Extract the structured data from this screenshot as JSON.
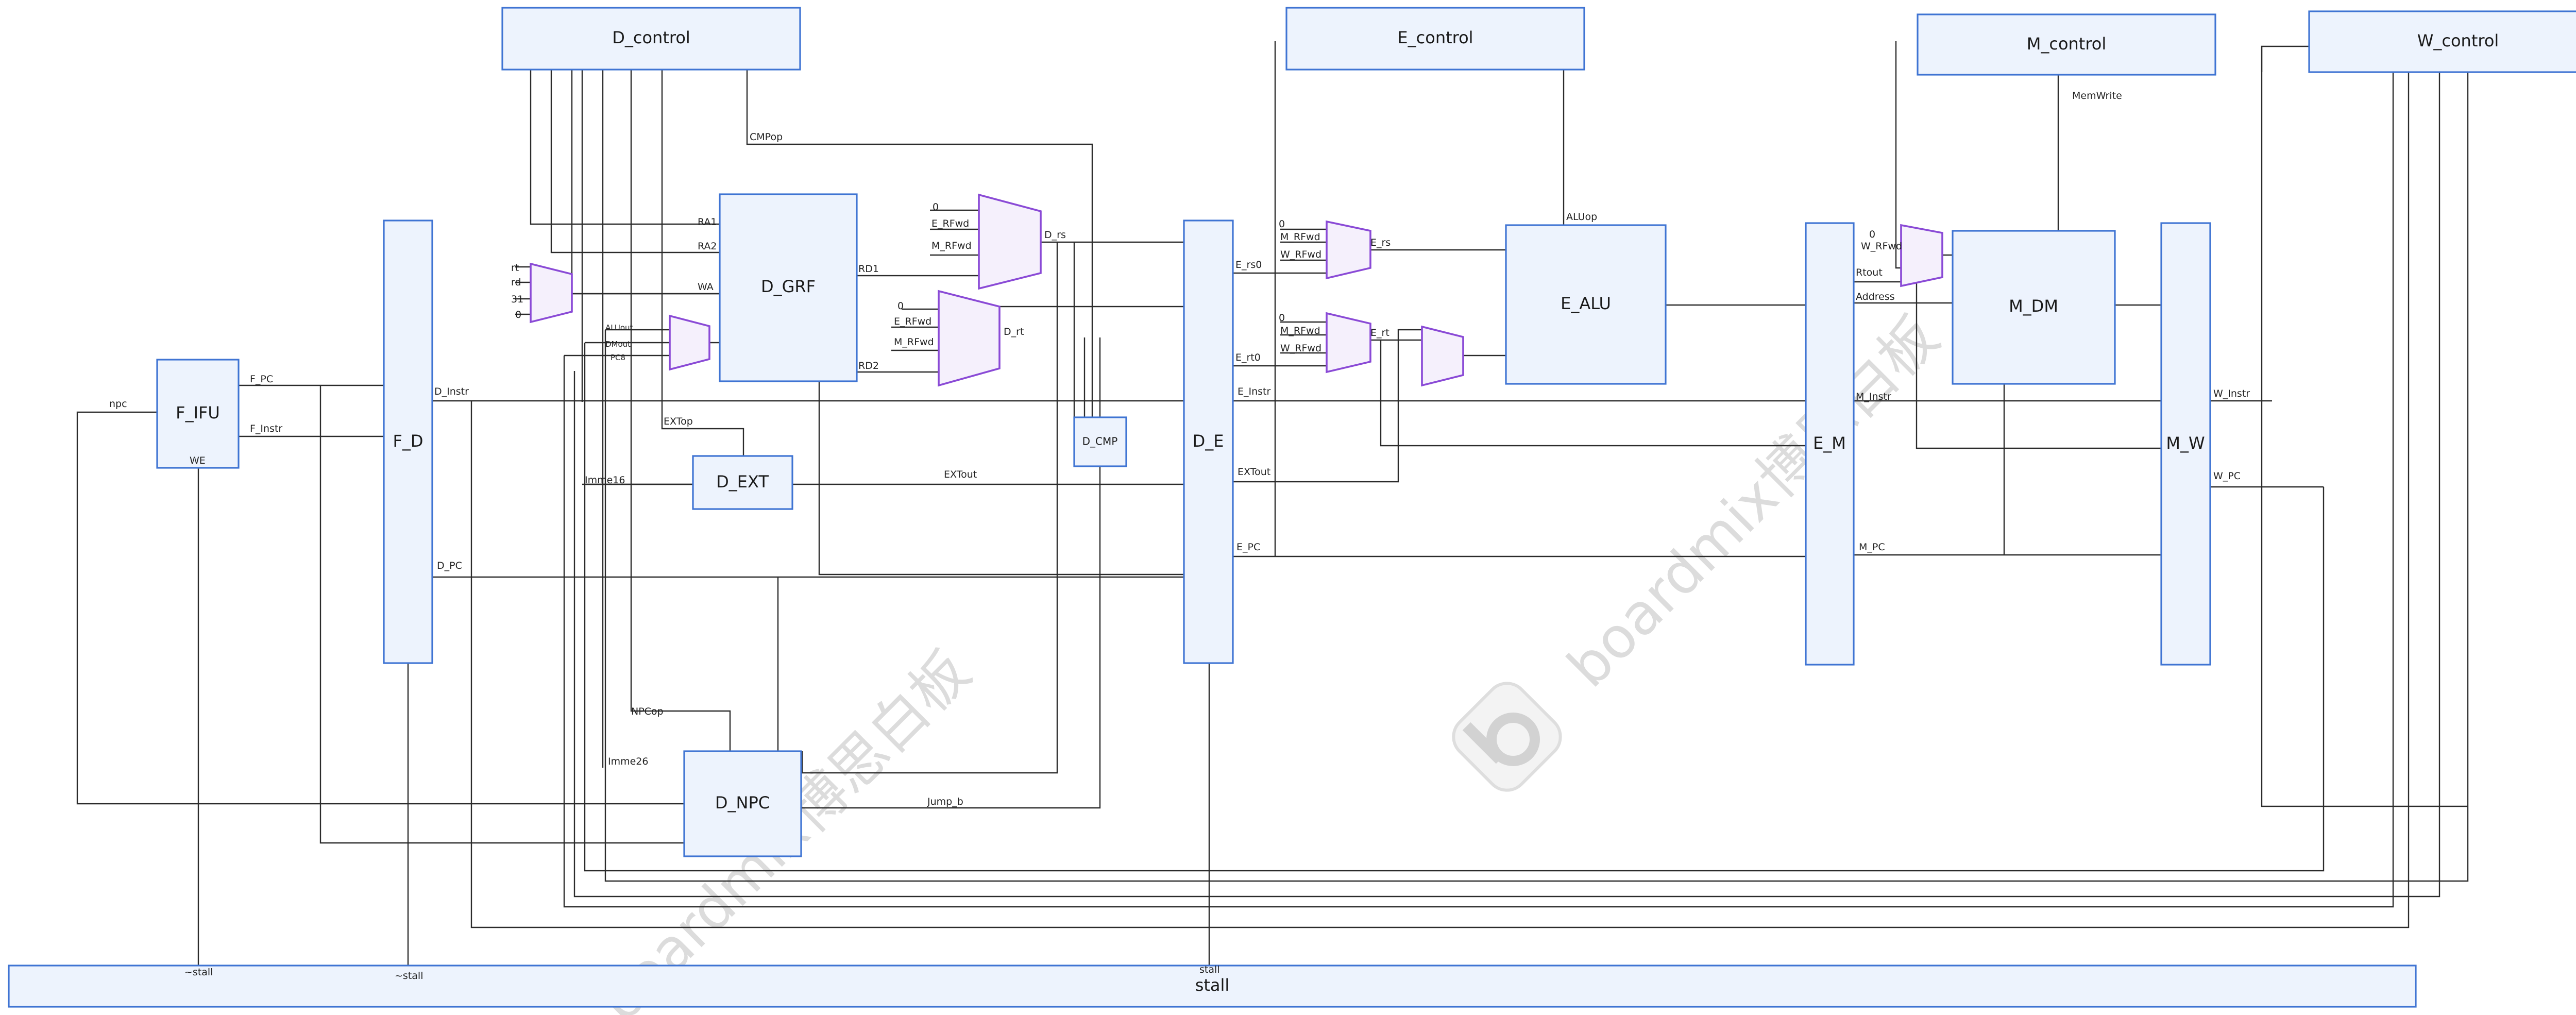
{
  "blocks": {
    "d_control": "D_control",
    "e_control": "E_control",
    "m_control": "M_control",
    "w_control": "W_control",
    "f_ifu": "F_IFU",
    "f_d": "F_D",
    "d_grf": "D_GRF",
    "d_ext": "D_EXT",
    "d_cmp": "D_CMP",
    "d_npc": "D_NPC",
    "d_e": "D_E",
    "e_alu": "E_ALU",
    "e_m": "E_M",
    "m_dm": "M_DM",
    "m_w": "M_W",
    "stall": "stall"
  },
  "signals": {
    "npc": "npc",
    "f_pc": "F_PC",
    "f_instr": "F_Instr",
    "we": "WE",
    "not_stall_1": "~stall",
    "not_stall_2": "~stall",
    "stall_in": "stall",
    "d_instr": "D_Instr",
    "d_pc": "D_PC",
    "ra1": "RA1",
    "ra2": "RA2",
    "wa": "WA",
    "rd1": "RD1",
    "rd2": "RD2",
    "rt": "rt",
    "rd": "rd",
    "n31": "31",
    "n0a": "0",
    "aluout": "ALUout",
    "dmout": "DMout",
    "pc8": "PC8",
    "extop": "EXTop",
    "imme16": "Imme16",
    "cmpop": "CMPop",
    "npcop": "NPCop",
    "imme26": "Imme26",
    "jump_b": "Jump_b",
    "extout_d": "EXTout",
    "d_rs": "D_rs",
    "d_rt": "D_rt",
    "n0b": "0",
    "e_rfwd_1": "E_RFwd",
    "m_rfwd_1": "M_RFwd",
    "n0c": "0",
    "e_rfwd_2": "E_RFwd",
    "m_rfwd_2": "M_RFwd",
    "e_rs0": "E_rs0",
    "e_rt0": "E_rt0",
    "e_instr": "E_Instr",
    "extout_e": "EXTout",
    "e_pc": "E_PC",
    "n0d": "0",
    "m_rfwd_3": "M_RFwd",
    "w_rfwd_3": "W_RFwd",
    "n0e": "0",
    "m_rfwd_4": "M_RFwd",
    "w_rfwd_4": "W_RFwd",
    "e_rs": "E_rs",
    "e_rt": "E_rt",
    "aluop": "ALUop",
    "memwrite": "MemWrite",
    "n0f": "0",
    "w_rfwd_5": "W_RFwd",
    "rtout": "Rtout",
    "address": "Address",
    "m_instr": "M_Instr",
    "m_pc": "M_PC",
    "w_instr": "W_Instr",
    "w_pc": "W_PC"
  },
  "watermark": {
    "brand": "boardmix博思白板",
    "brand_2": "boardmix博思白板"
  },
  "colors": {
    "block_fill": "#edf3fd",
    "block_border": "#3f74d3",
    "mux_fill": "#f5f0fc",
    "mux_border": "#8a4ad6",
    "wire": "#2b2b2b"
  }
}
